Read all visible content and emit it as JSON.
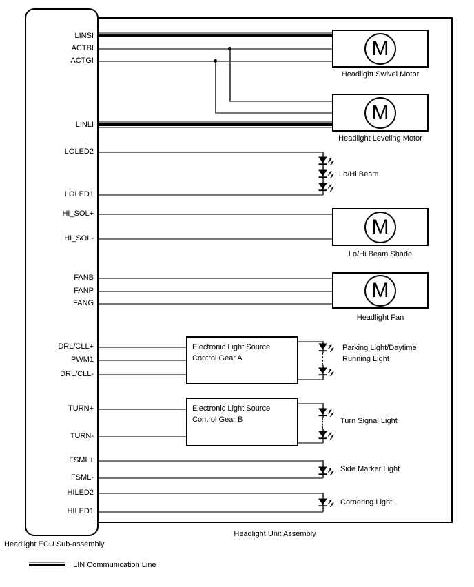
{
  "ecu": {
    "label": "Headlight ECU Sub-assembly",
    "pins": [
      "LINSI",
      "ACTBI",
      "ACTGI",
      "LINLI",
      "LOLED2",
      "LOLED1",
      "HI_SOL+",
      "HI_SOL-",
      "FANB",
      "FANP",
      "FANG",
      "DRL/CLL+",
      "PWM1",
      "DRL/CLL-",
      "TURN+",
      "TURN-",
      "FSML+",
      "FSML-",
      "HILED2",
      "HILED1"
    ]
  },
  "assembly": {
    "label": "Headlight Unit Assembly"
  },
  "components": {
    "swivel_motor": {
      "label": "Headlight Swivel Motor",
      "symbol": "M"
    },
    "leveling_motor": {
      "label": "Headlight Leveling Motor",
      "symbol": "M"
    },
    "lo_hi_beam": {
      "label": "Lo/Hi Beam"
    },
    "beam_shade": {
      "label": "Lo/Hi Beam Shade",
      "symbol": "M"
    },
    "fan": {
      "label": "Headlight Fan",
      "symbol": "M"
    },
    "gear_a": {
      "line1": "Electronic Light Source",
      "line2": "Control Gear A"
    },
    "parking_light": {
      "line1": "Parking Light/Daytime",
      "line2": "Running Light"
    },
    "gear_b": {
      "line1": "Electronic Light Source",
      "line2": "Control Gear B"
    },
    "turn_signal": {
      "label": "Turn Signal Light"
    },
    "side_marker": {
      "label": "Side Marker Light"
    },
    "cornering": {
      "label": "Cornering Light"
    }
  },
  "legend": {
    "lin": ": LIN Communication Line"
  },
  "colors": {
    "outline": "#000000",
    "wire": "#777777",
    "background": "#ffffff"
  }
}
